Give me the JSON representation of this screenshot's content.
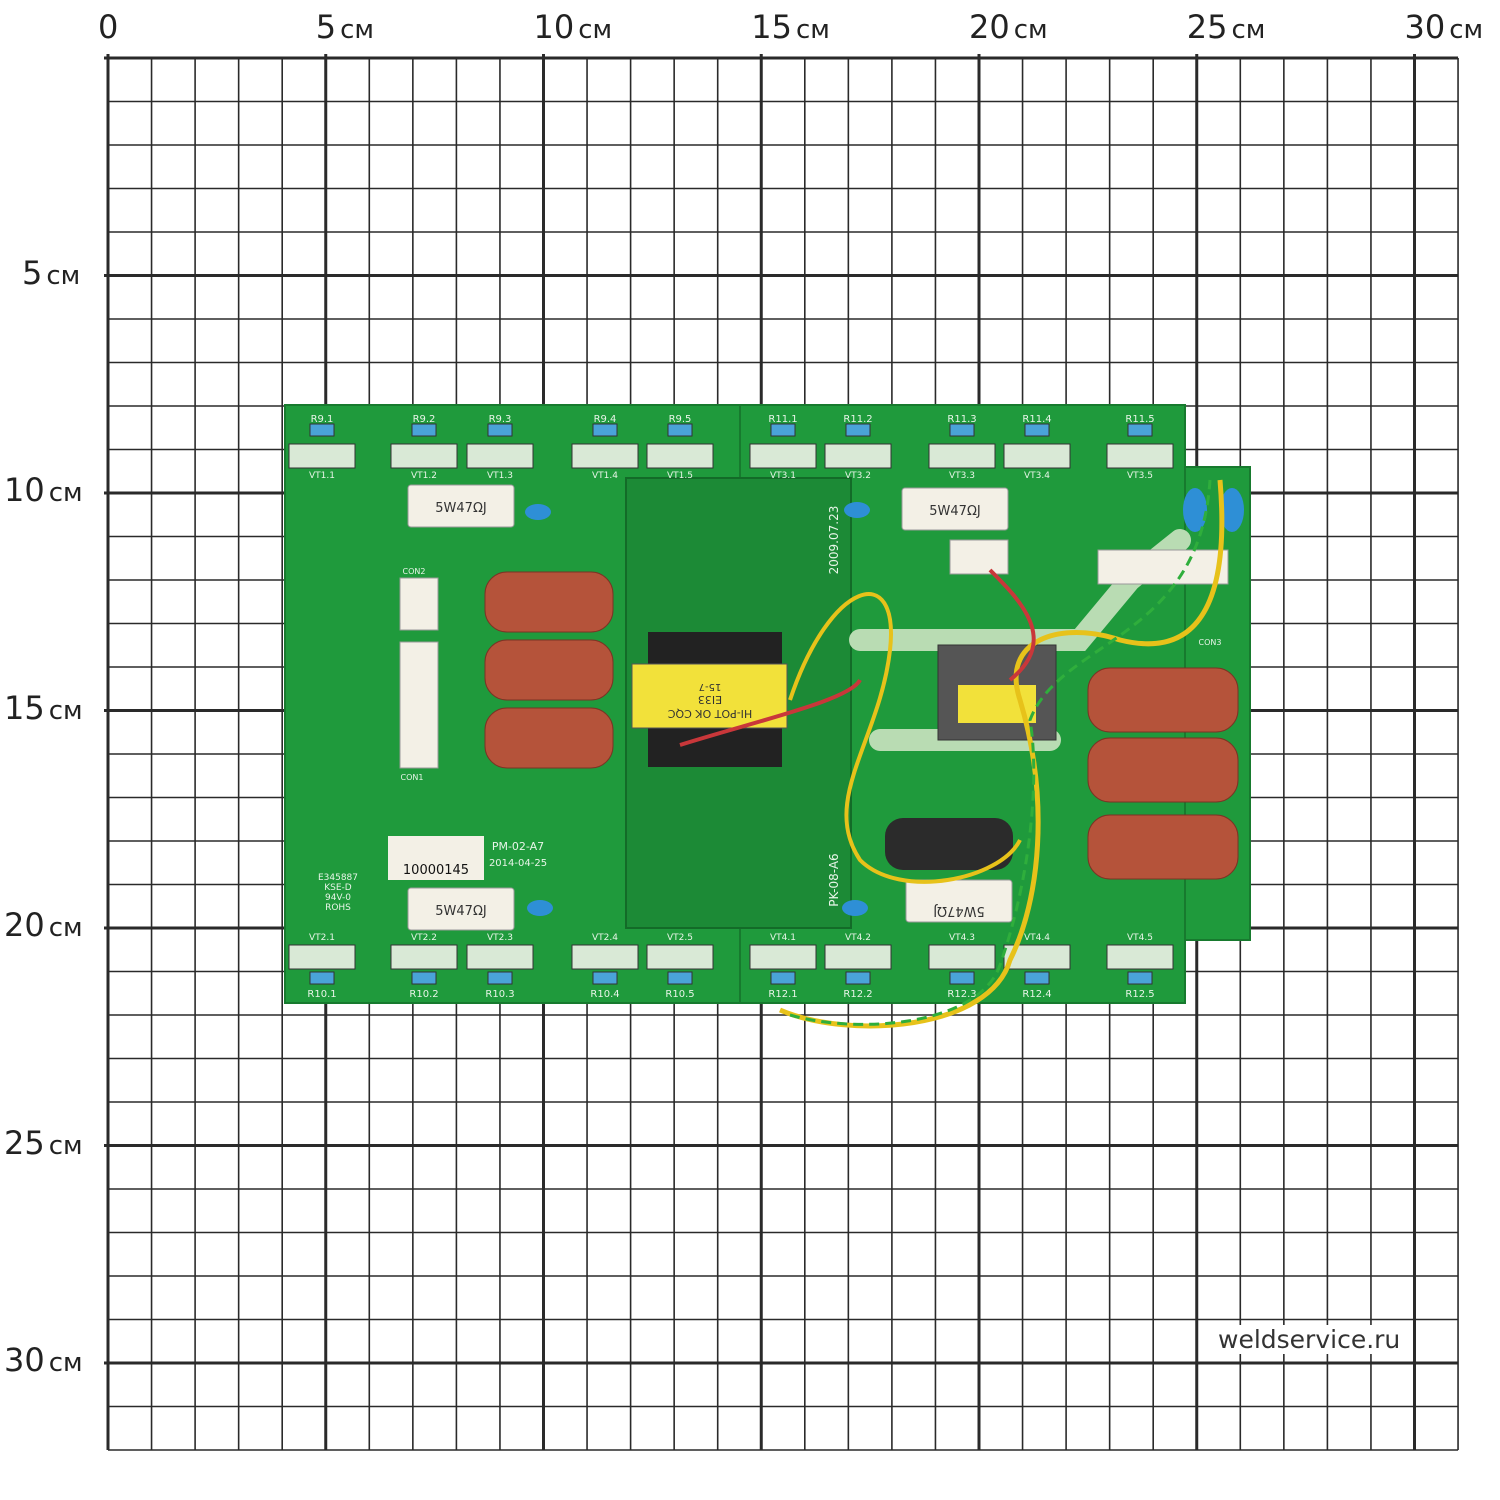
{
  "scale": {
    "unit": "см",
    "x_labels": [
      "0",
      "5",
      "10",
      "15",
      "20",
      "25",
      "30"
    ],
    "y_labels": [
      "5",
      "10",
      "15",
      "20",
      "25",
      "30"
    ],
    "grid_step_cm": 1,
    "major_step_cm": 5
  },
  "watermark": "weldservice.ru",
  "board": {
    "left_model": "PM-02-A7",
    "left_date": "2014-04-25",
    "serial": "10000145",
    "cert": [
      "E345887",
      "KSE-D",
      "94V-0",
      "ROHS"
    ],
    "right_model": "PK-08-A6",
    "right_date": "2009.07.23",
    "resistor_label": "5W47ΩJ",
    "transformer": [
      "EI33",
      "HI-POT OK CQC",
      "15-7"
    ],
    "connectors": [
      "CON2",
      "CON1",
      "CON3"
    ],
    "top_transistors": [
      "VT1.1",
      "VT1.2",
      "VT1.3",
      "VT1.4",
      "VT1.5",
      "VT3.1",
      "VT3.2",
      "VT3.3",
      "VT3.4",
      "VT3.5"
    ],
    "top_resistors": [
      "R9.1",
      "R9.2",
      "R9.3",
      "R9.4",
      "R9.5",
      "R11.1",
      "R11.2",
      "R11.3",
      "R11.4",
      "R11.5"
    ],
    "bottom_transistors": [
      "VT2.1",
      "VT2.2",
      "VT2.3",
      "VT2.4",
      "VT2.5",
      "VT4.1",
      "VT4.2",
      "VT4.3",
      "VT4.4",
      "VT4.5"
    ],
    "bottom_resistors": [
      "R10.1",
      "R10.2",
      "R10.3",
      "R10.4",
      "R10.5",
      "R12.1",
      "R12.2",
      "R12.3",
      "R12.4",
      "R12.5"
    ],
    "colors": {
      "pcb": "#1f9a3c",
      "pcb_dark": "#177a2e",
      "cap": "#b5533a",
      "white": "#f3f0e6"
    }
  }
}
